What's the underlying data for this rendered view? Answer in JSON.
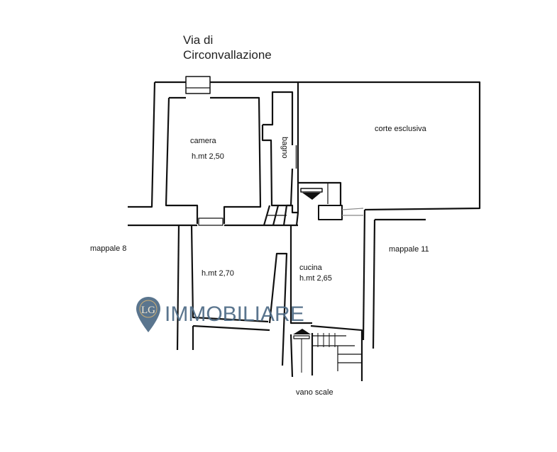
{
  "street": {
    "line1": "Via di",
    "line2": "Circonvallazione"
  },
  "rooms": {
    "camera": {
      "name": "camera",
      "height": "h.mt 2,50"
    },
    "bagno": {
      "name": "bagno"
    },
    "corte": {
      "name": "corte esclusiva"
    },
    "ingresso": {
      "height": "h.mt 2,70"
    },
    "cucina": {
      "name": "cucina",
      "height": "h.mt 2,65"
    },
    "vano_scale": {
      "name": "vano scale"
    }
  },
  "neighbors": {
    "left": "mappale 8",
    "right": "mappale 11"
  },
  "watermark": {
    "logo_letters": "LG",
    "text": "IMMOBILIARE",
    "color": "#4d6a85",
    "accent": "#c9a86a"
  },
  "colors": {
    "wall": "#111111",
    "background": "#ffffff"
  }
}
